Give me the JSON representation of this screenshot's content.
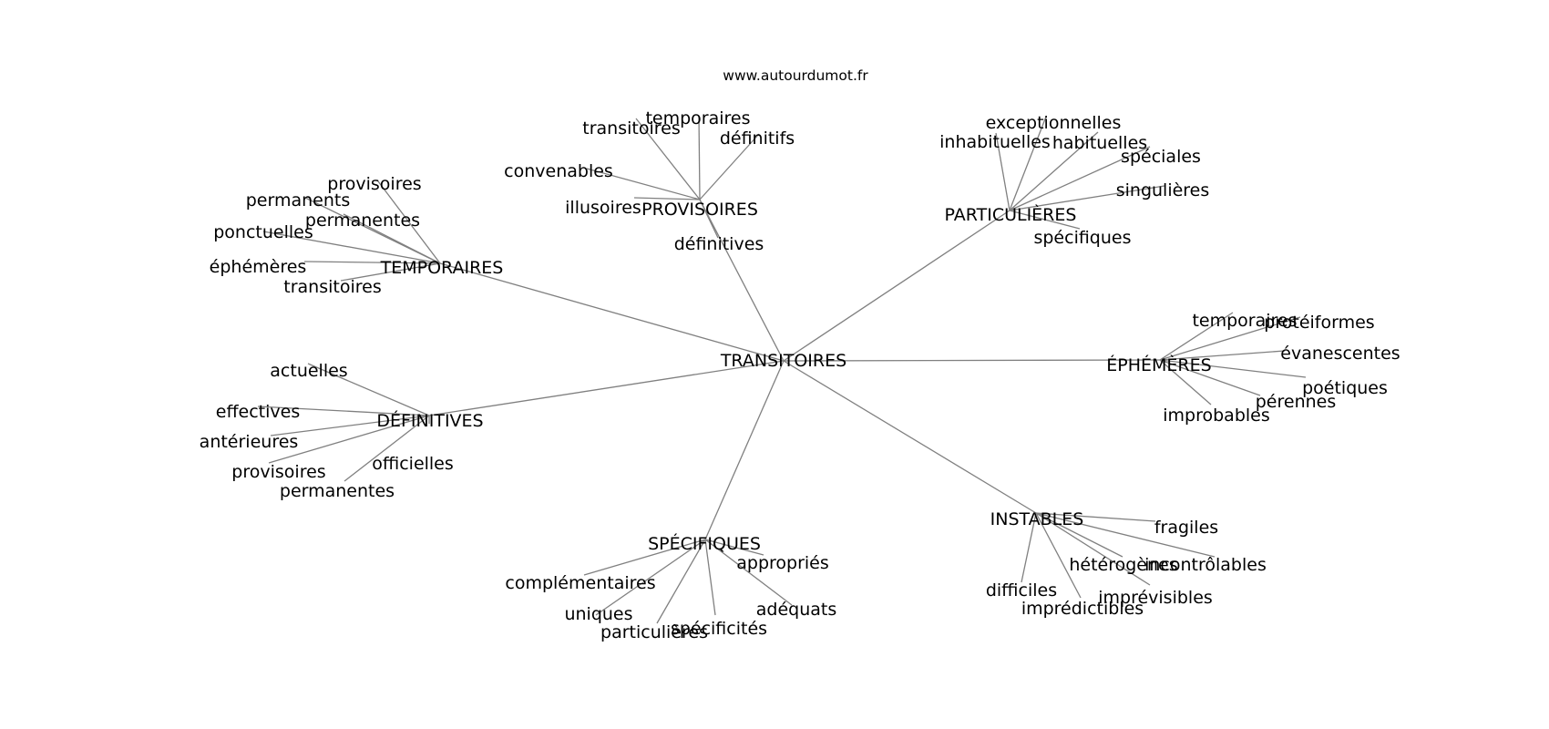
{
  "source": "www.autourdumot.fr",
  "root": "TRANSITOIRES",
  "hubs": [
    {
      "label": "PROVISOIRES",
      "leaves": [
        "transitoires",
        "temporaires",
        "définitifs",
        "convenables",
        "illusoires",
        "définitives"
      ]
    },
    {
      "label": "PARTICULIÈRES",
      "leaves": [
        "exceptionnelles",
        "inhabituelles",
        "habituelles",
        "spéciales",
        "singulières",
        "spécifiques"
      ]
    },
    {
      "label": "TEMPORAIRES",
      "leaves": [
        "provisoires",
        "permanents",
        "permanentes",
        "ponctuelles",
        "éphémères",
        "transitoires"
      ]
    },
    {
      "label": "ÉPHÉMÈRES",
      "leaves": [
        "temporaires",
        "protéiformes",
        "évanescentes",
        "poétiques",
        "pérennes",
        "improbables"
      ]
    },
    {
      "label": "DÉFINITIVES",
      "leaves": [
        "actuelles",
        "effectives",
        "antérieures",
        "provisoires",
        "officielles",
        "permanentes"
      ]
    },
    {
      "label": "INSTABLES",
      "leaves": [
        "fragiles",
        "incontrôlables",
        "hétérogènes",
        "imprévisibles",
        "difficiles",
        "imprédictibles"
      ]
    },
    {
      "label": "SPÉCIFIQUES",
      "leaves": [
        "appropriés",
        "complémentaires",
        "adéquats",
        "uniques",
        "spécificités",
        "particulières"
      ]
    }
  ]
}
